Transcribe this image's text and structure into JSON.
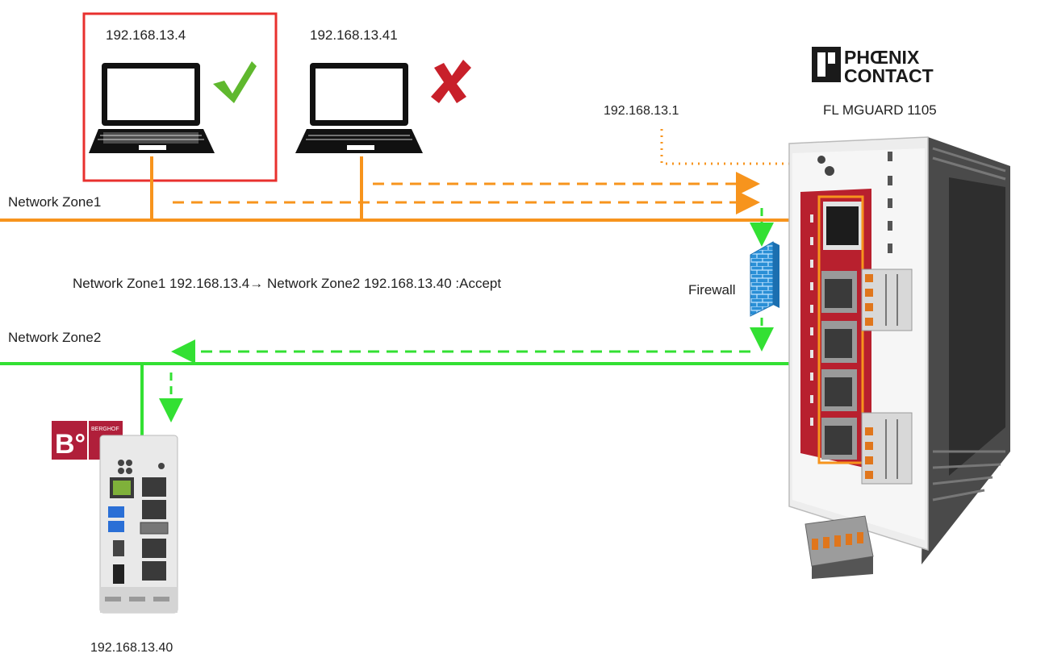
{
  "laptops": [
    {
      "ip": "192.168.13.4",
      "status": "allowed",
      "status_icon": "check-icon"
    },
    {
      "ip": "192.168.13.41",
      "status": "blocked",
      "status_icon": "cross-icon"
    }
  ],
  "zones": {
    "zone1": {
      "label": "Network Zone1",
      "color": "#f7941d"
    },
    "zone2": {
      "label": "Network Zone2",
      "color": "#33e033"
    }
  },
  "rule_text": "Network Zone1 192.168.13.4→ Network Zone2 192.168.13.40 :Accept",
  "firewall": {
    "label": "Firewall",
    "icon": "firewall-brick-icon"
  },
  "router": {
    "ip": "192.168.13.1",
    "brand": {
      "line1": "PHŒNIX",
      "line2": "CONTACT"
    },
    "model": "FL MGUARD 1105"
  },
  "plc": {
    "ip": "192.168.13.40",
    "brand_mark": "B°",
    "brand_name": "BERGHOF"
  },
  "colors": {
    "highlight_box": "#e8302e",
    "check": "#5fb82e",
    "cross": "#c8202a",
    "firewall": "#2a8fd6",
    "router_red": "#b8202e"
  }
}
